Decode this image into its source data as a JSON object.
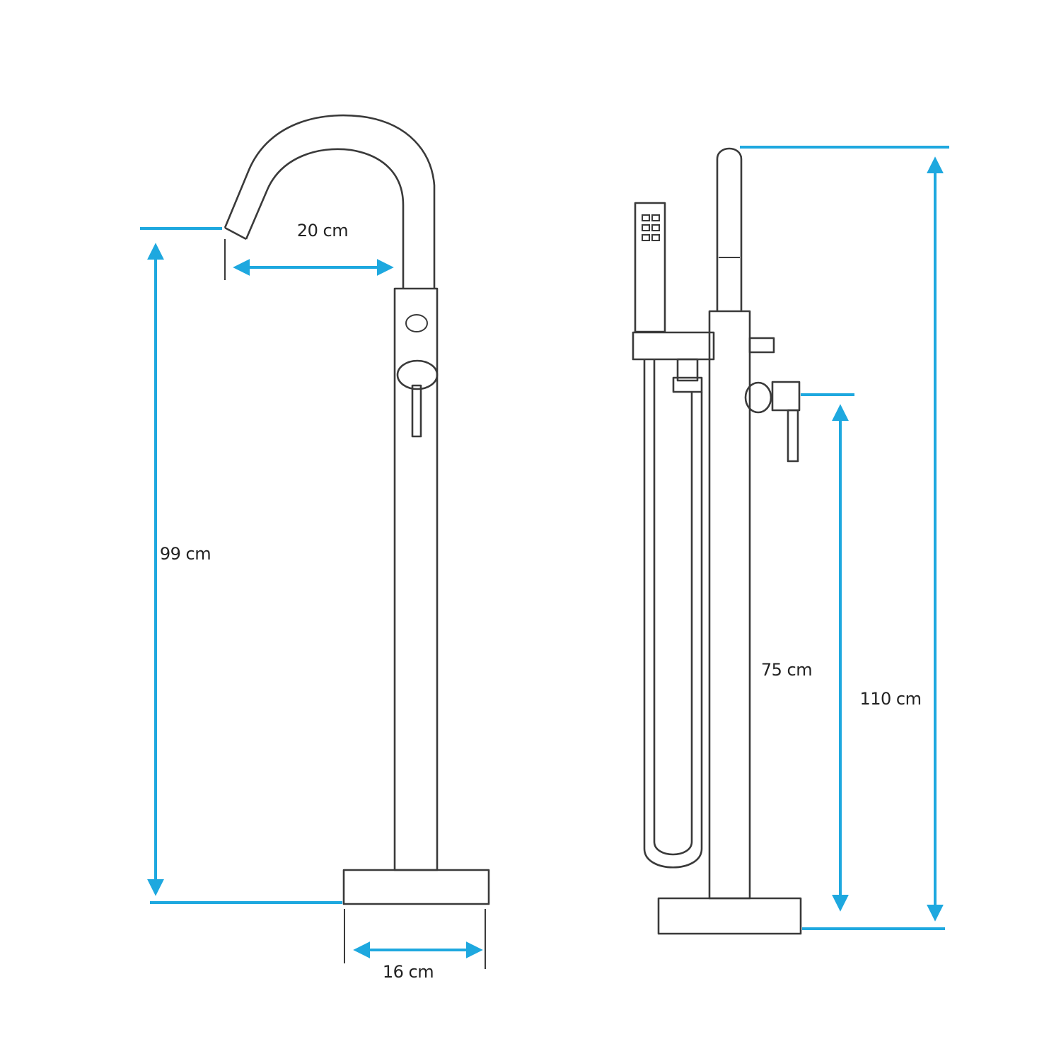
{
  "colors": {
    "dimension": "#1ea8df",
    "outline": "#3a3a3a",
    "background": "#ffffff"
  },
  "left_view": {
    "spout_reach_label": "20 cm",
    "height_label": "99 cm",
    "base_width_label": "16 cm"
  },
  "right_view": {
    "handle_height_label": "75 cm",
    "total_height_label": "110 cm"
  }
}
